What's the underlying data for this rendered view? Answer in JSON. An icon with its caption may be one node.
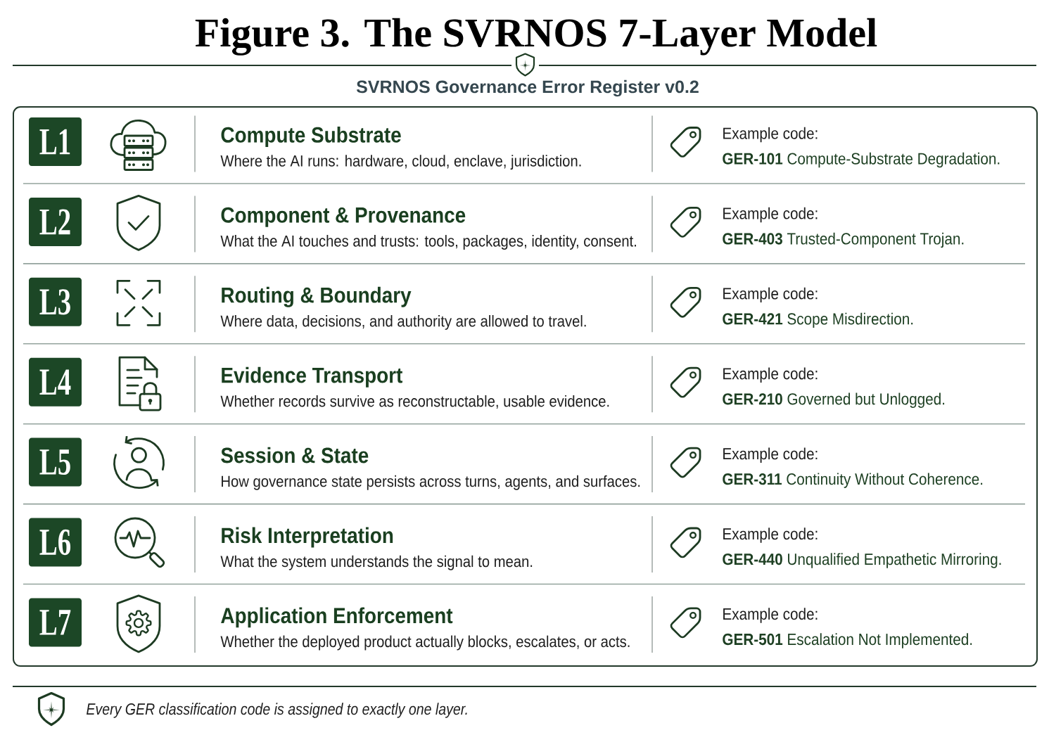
{
  "diagram": {
    "title": "Figure 3. The SVRNOS 7-Layer Model",
    "caption": "Every GER classification code is assigned to exactly one layer.",
    "nodes": [
      {
        "text": [],
        "shape": "box"
      },
      {
        "text": [
          "L1"
        ],
        "in": 0
      },
      {
        "text": [
          "L2"
        ],
        "in": 0
      },
      {
        "text": [
          "L3"
        ],
        "in": 0
      },
      {
        "text": [
          "L4"
        ],
        "in": 0
      },
      {
        "text": [
          "L5"
        ],
        "in": 0
      },
      {
        "text": [
          "L6"
        ],
        "in": 0
      },
      {
        "text": [
          "L7"
        ],
        "in": 0
      }
    ],
    "labels": [
      "SVRNOS Governance Error Register v0.2",
      "Compute Substrate",
      "Where the AI runs: hardware, cloud, enclave, jurisdiction.",
      "Example code:",
      "**GER-101** Compute-Substrate Degradation.",
      "Component & Provenance",
      "What the AI touches and trusts: tools, packages, identity, consent.",
      "Example code:",
      "**GER-403** Trusted-Component Trojan.",
      "Routing & Boundary",
      "Where data, decisions, and authority are allowed to travel.",
      "Example code:",
      "**GER-421** Scope Misdirection.",
      "Evidence Transport",
      "Whether records survive as reconstructable, usable evidence.",
      "Example code:",
      "**GER-210** Governed but Unlogged.",
      "Session & State",
      "How governance state persists across turns, agents, and surfaces.",
      "Example code:",
      "**GER-311** Continuity Without Coherence.",
      "Risk Interpretation",
      "What the system understands the signal to mean.",
      "Example code:",
      "**GER-440** Unqualified Empathetic Mirroring.",
      "Application Enforcement",
      "Whether the deployed product actually blocks, escalates, or acts.",
      "Example code:",
      "**GER-501** Escalation Not Implemented."
    ]
  }
}
